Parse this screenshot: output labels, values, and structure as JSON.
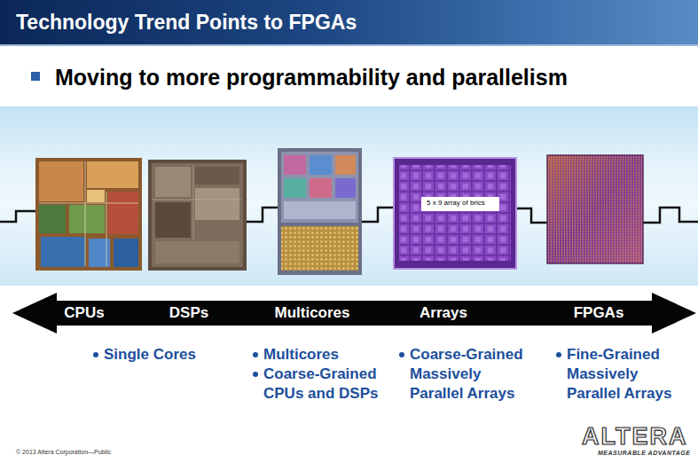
{
  "diagram": {
    "title": "Technology Trend Points to FPGAs",
    "nodes": [
      {
        "text": [
          "CPUs",
          "DSPs",
          "Multicores",
          "Arrays",
          "FPGAs"
        ]
      }
    ],
    "labels": [
      "Moving to more programmability and parallelism",
      "5 x 9 array of brics",
      "Single Cores",
      "Multicores",
      "Coarse-Grained CPUs and DSPs",
      "Coarse-Grained Massively Parallel Arrays",
      "Fine-Grained Massively Parallel Arrays",
      "© 2013 Altera Corporation—Public",
      "ALTERA",
      "MEASURABLE ADVANTAGE"
    ]
  }
}
